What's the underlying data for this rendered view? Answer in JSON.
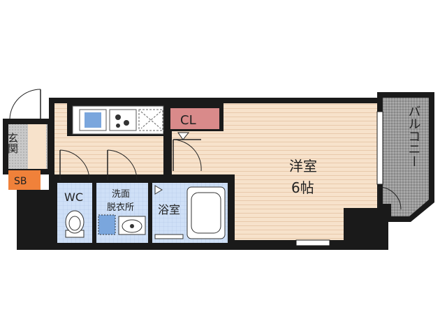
{
  "rooms": {
    "western": {
      "name": "洋室",
      "size": "6帖"
    },
    "closet": "CL",
    "balcony": "バルコニー",
    "entrance": "玄関",
    "shoe_box": "SB",
    "toilet": "WC",
    "washroom_line1": "洗面",
    "washroom_line2": "脱衣所",
    "bathroom": "浴室"
  },
  "colors": {
    "wall": "#1a1a1a",
    "floor": "#f7e2cb",
    "floor_line": "#e8c9ab",
    "wet_area": "#cfe0f7",
    "wet_line": "#b7cbea",
    "closet": "#d98a8a",
    "shoe_box": "#f0813a",
    "balcony": "#9a9a9a",
    "entrance": "#bdbdbd",
    "fixture_blue": "#7aa6dd"
  }
}
